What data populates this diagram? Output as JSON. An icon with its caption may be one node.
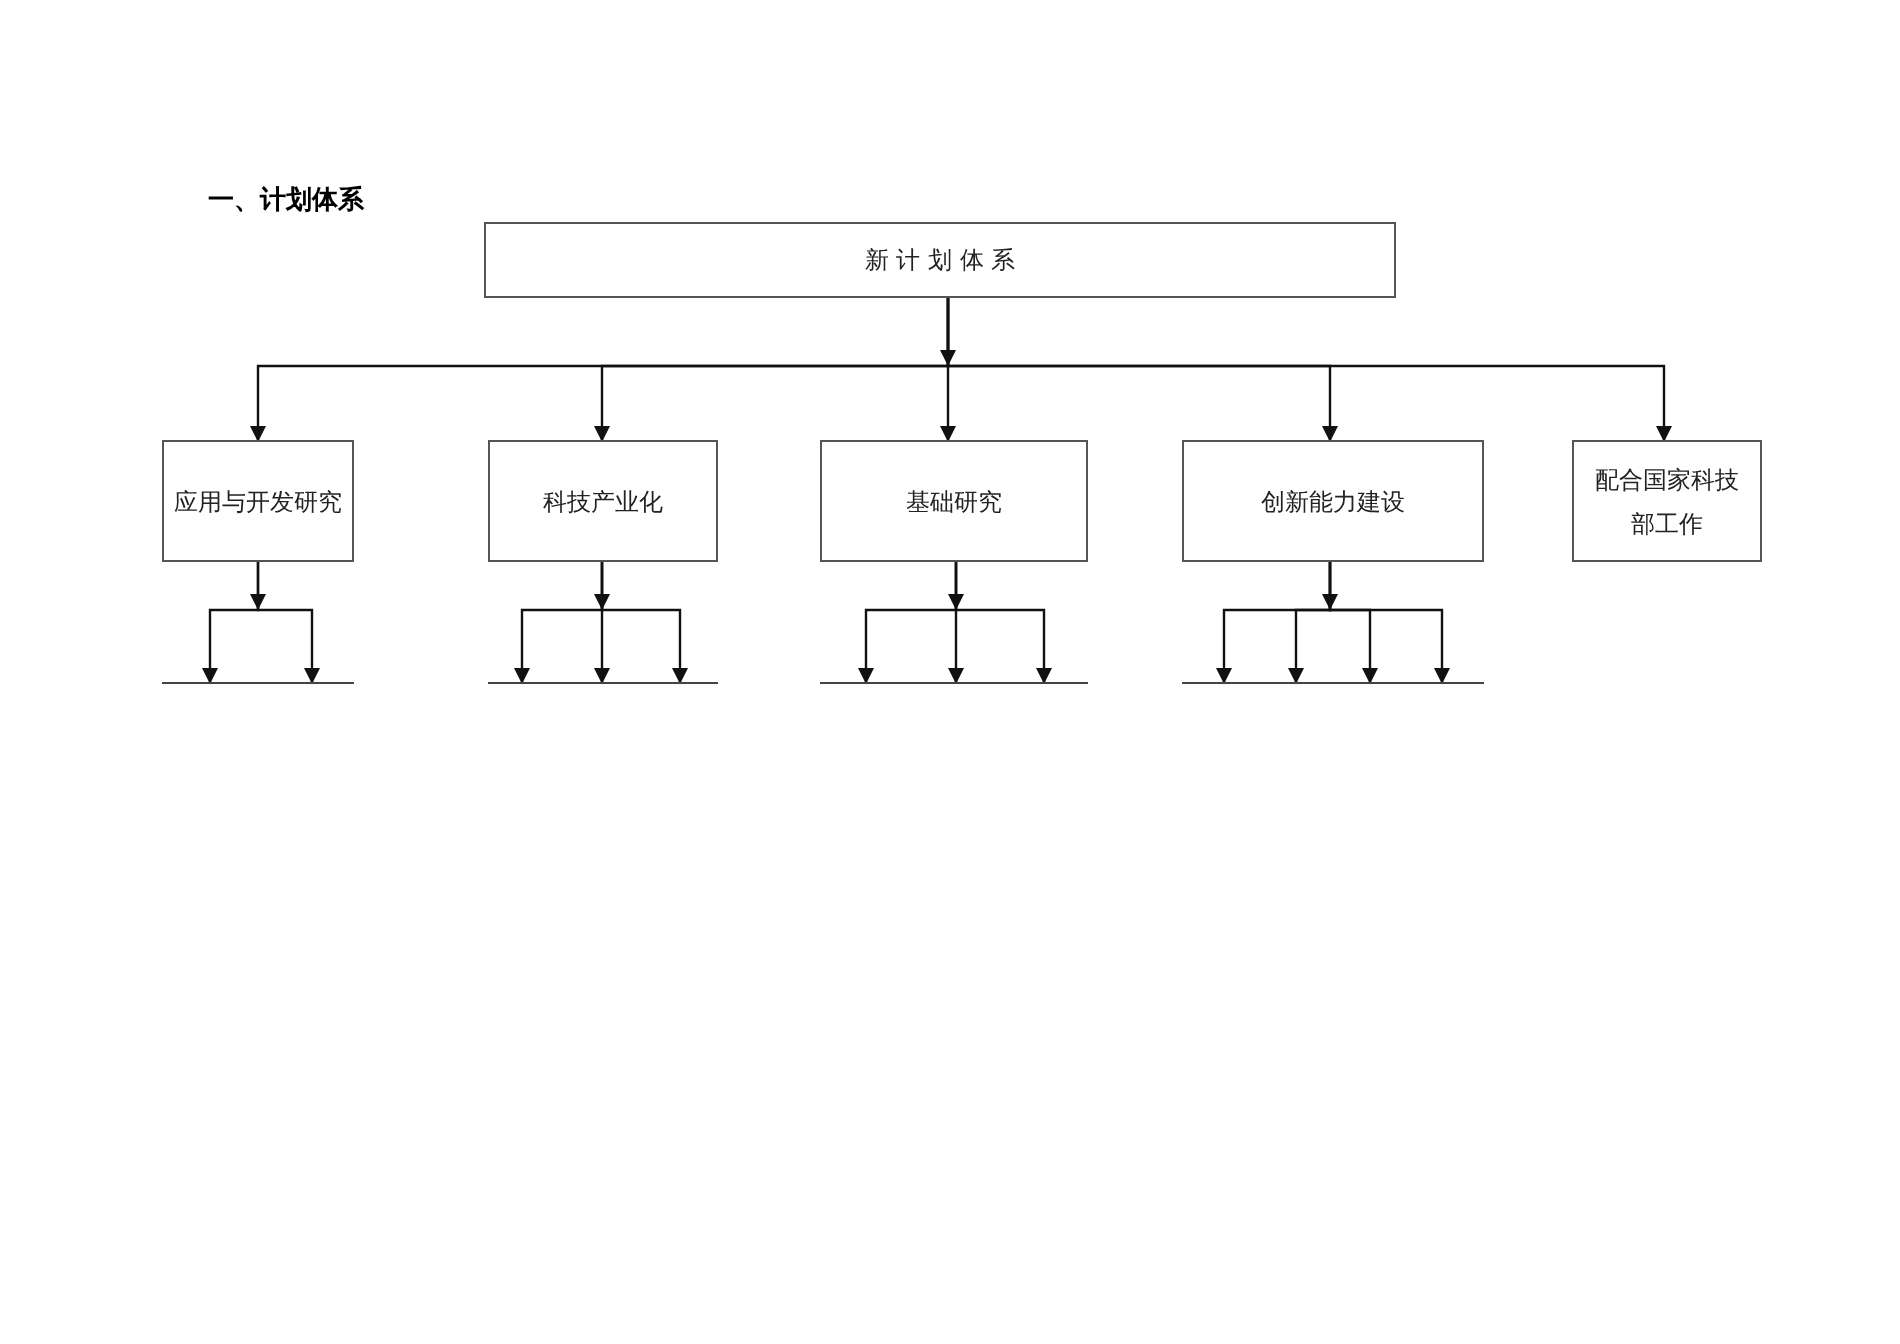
{
  "diagram": {
    "title": "一、计划体系",
    "nodes": [
      {
        "text": [
          "新 计 划 体 系"
        ]
      },
      {
        "text": [
          "应用与开发研究"
        ]
      },
      {
        "text": [
          "科技产业化"
        ]
      },
      {
        "text": [
          "基础研究"
        ]
      },
      {
        "text": [
          "创新能力建设"
        ]
      },
      {
        "text": [
          "配合国家科技部工作"
        ]
      },
      {
        "text": [],
        "shape": "bar"
      },
      {
        "text": [],
        "shape": "bar"
      },
      {
        "text": [],
        "shape": "bar"
      },
      {
        "text": [],
        "shape": "bar"
      }
    ],
    "edges": [
      {
        "from": 0,
        "to": 1,
        "arrow": "to"
      },
      {
        "from": 0,
        "to": 2,
        "arrow": "to"
      },
      {
        "from": 0,
        "to": 3,
        "arrow": "to"
      },
      {
        "from": 0,
        "to": 4,
        "arrow": "to"
      },
      {
        "from": 0,
        "to": 5,
        "arrow": "to"
      },
      {
        "from": 1,
        "to": 6,
        "arrow": "to"
      },
      {
        "from": 1,
        "to": 6,
        "arrow": "to"
      },
      {
        "from": 2,
        "to": 7,
        "arrow": "to"
      },
      {
        "from": 2,
        "to": 7,
        "arrow": "to"
      },
      {
        "from": 2,
        "to": 7,
        "arrow": "to"
      },
      {
        "from": 3,
        "to": 8,
        "arrow": "to"
      },
      {
        "from": 3,
        "to": 8,
        "arrow": "to"
      },
      {
        "from": 3,
        "to": 8,
        "arrow": "to"
      },
      {
        "from": 4,
        "to": 9,
        "arrow": "to"
      },
      {
        "from": 4,
        "to": 9,
        "arrow": "to"
      },
      {
        "from": 4,
        "to": 9,
        "arrow": "to"
      },
      {
        "from": 4,
        "to": 9,
        "arrow": "to"
      }
    ]
  }
}
